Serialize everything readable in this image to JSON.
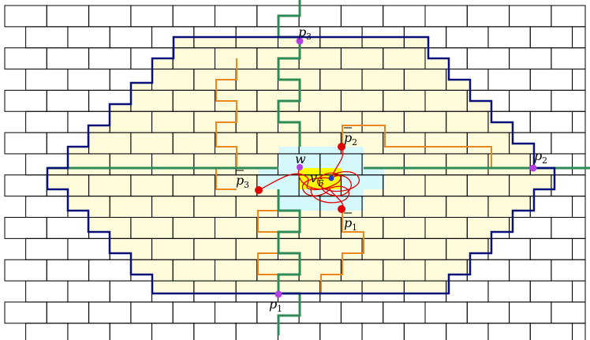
{
  "colors": {
    "grid": "#000000",
    "inner_fill": "#fdfbd9",
    "center_fill": "#d4f8fb",
    "highlight_fill": "#ffff00",
    "outer_boundary": "#0a107a",
    "green_path": "#2e8b57",
    "orange_path": "#e8861f",
    "red": "#e00000",
    "purple": "#b040e0",
    "blue_dot": "#1f3bd6"
  },
  "labels": {
    "p3": {
      "base": "p",
      "sub": "3",
      "bar": false
    },
    "p2": {
      "base": "p",
      "sub": "2",
      "bar": false
    },
    "p1": {
      "base": "p",
      "sub": "1",
      "bar": false
    },
    "pbar2": {
      "base": "p",
      "sub": "2",
      "bar": true
    },
    "pbar3": {
      "base": "p",
      "sub": "3",
      "bar": true
    },
    "pbar1": {
      "base": "p",
      "sub": "1",
      "bar": true
    },
    "w": {
      "base": "w"
    },
    "vF": {
      "base": "v",
      "sub": "F̂"
    }
  }
}
